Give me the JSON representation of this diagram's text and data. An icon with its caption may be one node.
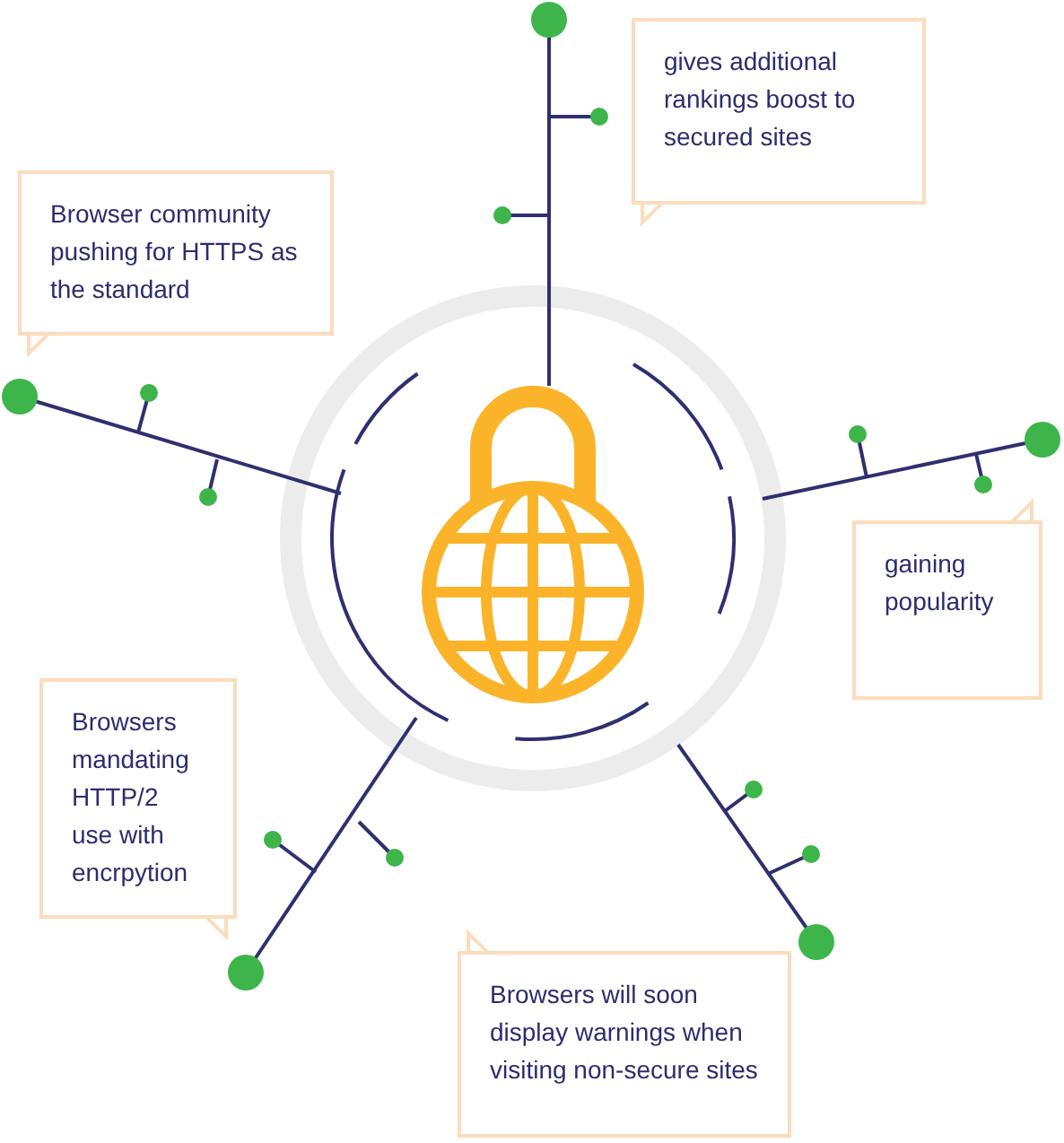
{
  "diagram": {
    "nodes": [
      {
        "text": [
          "gives additional rankings boost to secured sites"
        ]
      },
      {
        "text": [
          "Browser community pushing for HTTPS as the standard"
        ]
      },
      {
        "text": [
          "gaining popularity"
        ]
      },
      {
        "text": [
          "Browsers mandating HTTP/2 use with encrpytion"
        ]
      },
      {
        "text": [
          "Browsers will soon display warnings when visiting non-secure sites"
        ]
      }
    ]
  }
}
